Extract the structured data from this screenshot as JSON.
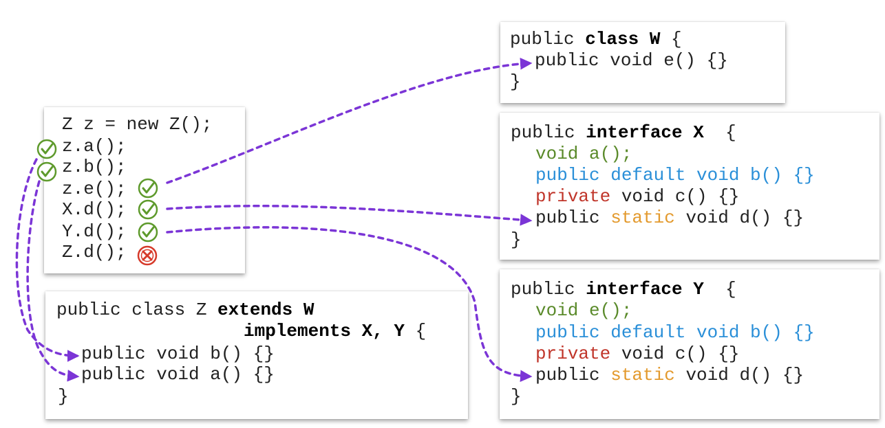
{
  "usage": {
    "lines": [
      "Z z = new Z();",
      "z.a();",
      "z.b();",
      "z.e();",
      "X.d();",
      "Y.d();",
      "Z.d();"
    ],
    "marks": [
      "check",
      "check",
      "check",
      "check",
      "check",
      "cross"
    ]
  },
  "class_z": {
    "l1_plain": "public class Z ",
    "l1_bold": "extends W",
    "l2_bold": "implements X, Y",
    "l2_plain": " {",
    "method_b": "public void b() {}",
    "method_a": "public void a() {}",
    "close": "}"
  },
  "class_w": {
    "l1_plain": "public ",
    "l1_bold": "class W",
    "l1_end": " {",
    "method_e": "public void e() {}",
    "close": "}"
  },
  "interface_x": {
    "l1_plain": "public ",
    "l1_bold": "interface X",
    "l1_end": "  {",
    "method_a": "void a();",
    "method_b": "public default void b() {}",
    "c_private": "private",
    "c_rest": " void c() {}",
    "d_public": "public ",
    "d_static": "static",
    "d_rest": " void d() {}",
    "close": "}"
  },
  "interface_y": {
    "l1_plain": "public ",
    "l1_bold": "interface Y",
    "l1_end": "  {",
    "method_e": "void e();",
    "method_b": "public default void b() {}",
    "c_private": "private",
    "c_rest": " void c() {}",
    "d_public": "public ",
    "d_static": "static",
    "d_rest": " void d() {}",
    "close": "}"
  },
  "colors": {
    "arrow": "#7b35d6",
    "check": "#5e9a2c",
    "cross": "#d63a2a",
    "interface_default_method": "#2a8fd8",
    "abstract_method": "#5a8a2a",
    "private_keyword": "#c0352a",
    "static_keyword": "#e39a2e"
  }
}
